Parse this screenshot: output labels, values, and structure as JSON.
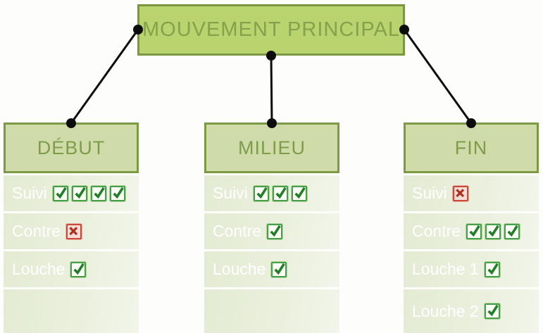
{
  "diagram": {
    "root": {
      "label": "MOUVEMENT PRINCIPAL"
    },
    "columns": [
      {
        "id": "debut",
        "title": "DÉBUT",
        "rows": [
          {
            "label": "Suivi",
            "checks": 4,
            "crosses": 0
          },
          {
            "label": "Contre",
            "checks": 0,
            "crosses": 1
          },
          {
            "label": "Louche",
            "checks": 1,
            "crosses": 0
          },
          {
            "label": "",
            "checks": 0,
            "crosses": 0
          }
        ]
      },
      {
        "id": "milieu",
        "title": "MILIEU",
        "rows": [
          {
            "label": "Suivi",
            "checks": 3,
            "crosses": 0
          },
          {
            "label": "Contre",
            "checks": 1,
            "crosses": 0
          },
          {
            "label": "Louche",
            "checks": 1,
            "crosses": 0
          },
          {
            "label": "",
            "checks": 0,
            "crosses": 0
          }
        ]
      },
      {
        "id": "fin",
        "title": "FIN",
        "rows": [
          {
            "label": "Suivi",
            "checks": 0,
            "crosses": 1
          },
          {
            "label": "Contre",
            "checks": 3,
            "crosses": 0
          },
          {
            "label": "Louche 1",
            "checks": 1,
            "crosses": 0
          },
          {
            "label": "Louche 2",
            "checks": 1,
            "crosses": 0
          }
        ]
      }
    ]
  },
  "icons": {
    "check": "checked-checkbox-icon",
    "cross": "crossed-checkbox-icon"
  },
  "colors": {
    "root_fill": "#b9d46e",
    "root_border": "#7b9840",
    "root_text": "#85a14c",
    "header_fill": "#cfdcaa",
    "header_border": "#7c9a44",
    "header_text": "#7f9c4a",
    "row_text": "#ffffff",
    "check_green": "#217e28",
    "cross_red": "#ac2f1f",
    "connector": "#0d0d0d"
  }
}
